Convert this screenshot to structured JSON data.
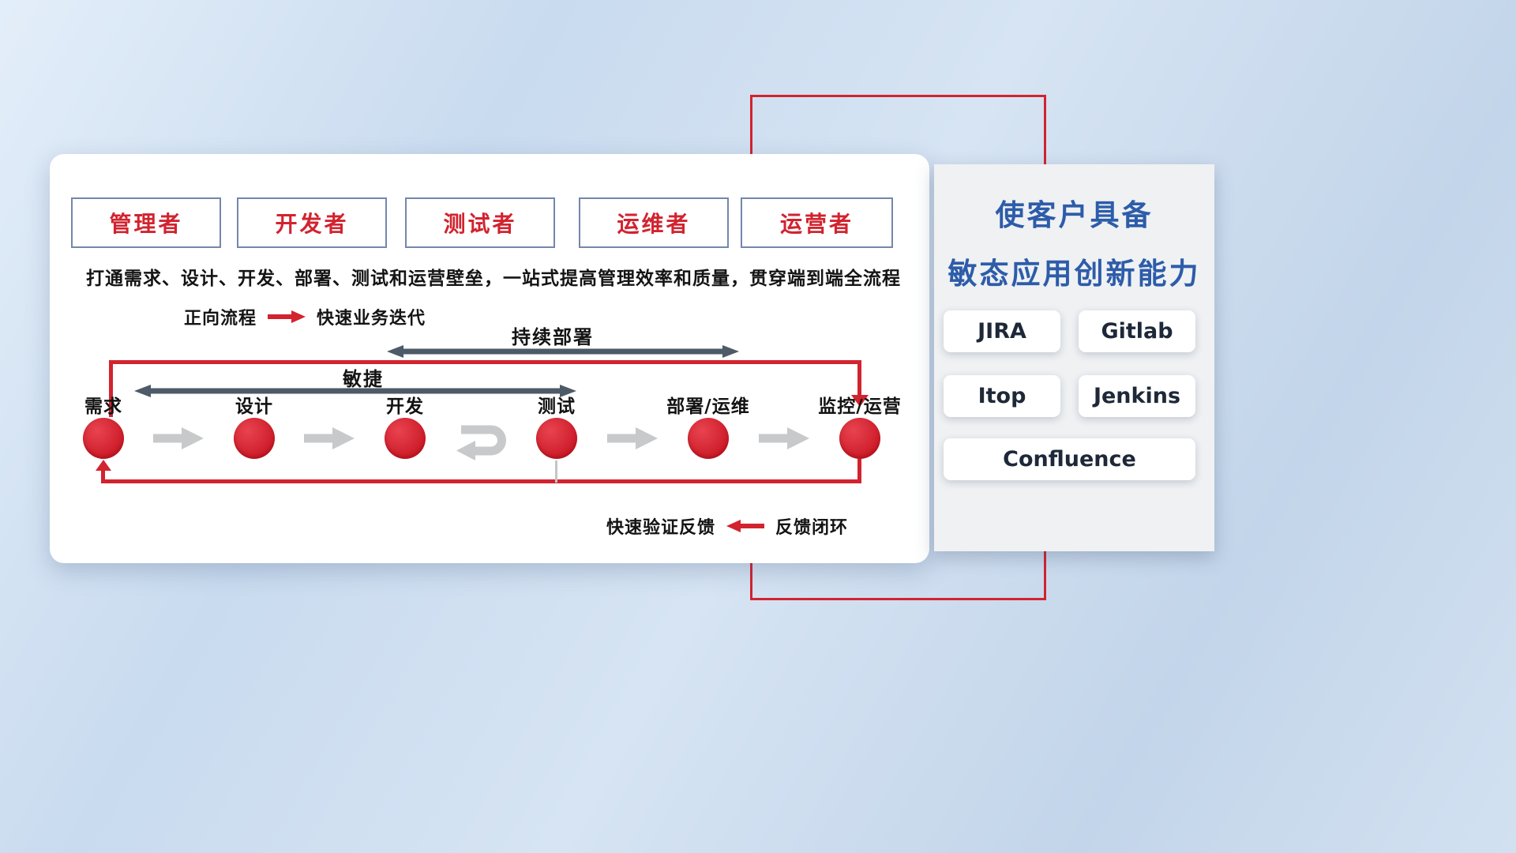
{
  "colors": {
    "red": "#d2232f",
    "title_blue": "#2d5ca9",
    "dark_arrow_gray": "#4d5a67",
    "flow_arrow_gray": "#c7c9cb"
  },
  "roles": [
    {
      "label": "管理者"
    },
    {
      "label": "开发者"
    },
    {
      "label": "测试者"
    },
    {
      "label": "运维者"
    },
    {
      "label": "运营者"
    }
  ],
  "description": "打通需求、设计、开发、部署、测试和运营壁垒，一站式提高管理效率和质量，贯穿端到端全流程",
  "legend_forward": {
    "label": "正向流程",
    "desc": "快速业务迭代"
  },
  "legend_feedback": {
    "desc": "快速验证反馈",
    "label": "反馈闭环"
  },
  "span_labels": {
    "continuous_deployment": "持续部署",
    "agile": "敏捷"
  },
  "stages": [
    {
      "label": "需求"
    },
    {
      "label": "设计"
    },
    {
      "label": "开发"
    },
    {
      "label": "测试"
    },
    {
      "label": "部署/运维"
    },
    {
      "label": "监控/运营"
    }
  ],
  "right_panel": {
    "title_line1": "使客户具备",
    "title_line2": "敏态应用创新能力",
    "tools": [
      {
        "label": "JIRA"
      },
      {
        "label": "Gitlab"
      },
      {
        "label": "Itop"
      },
      {
        "label": "Jenkins"
      },
      {
        "label": "Confluence"
      }
    ]
  }
}
